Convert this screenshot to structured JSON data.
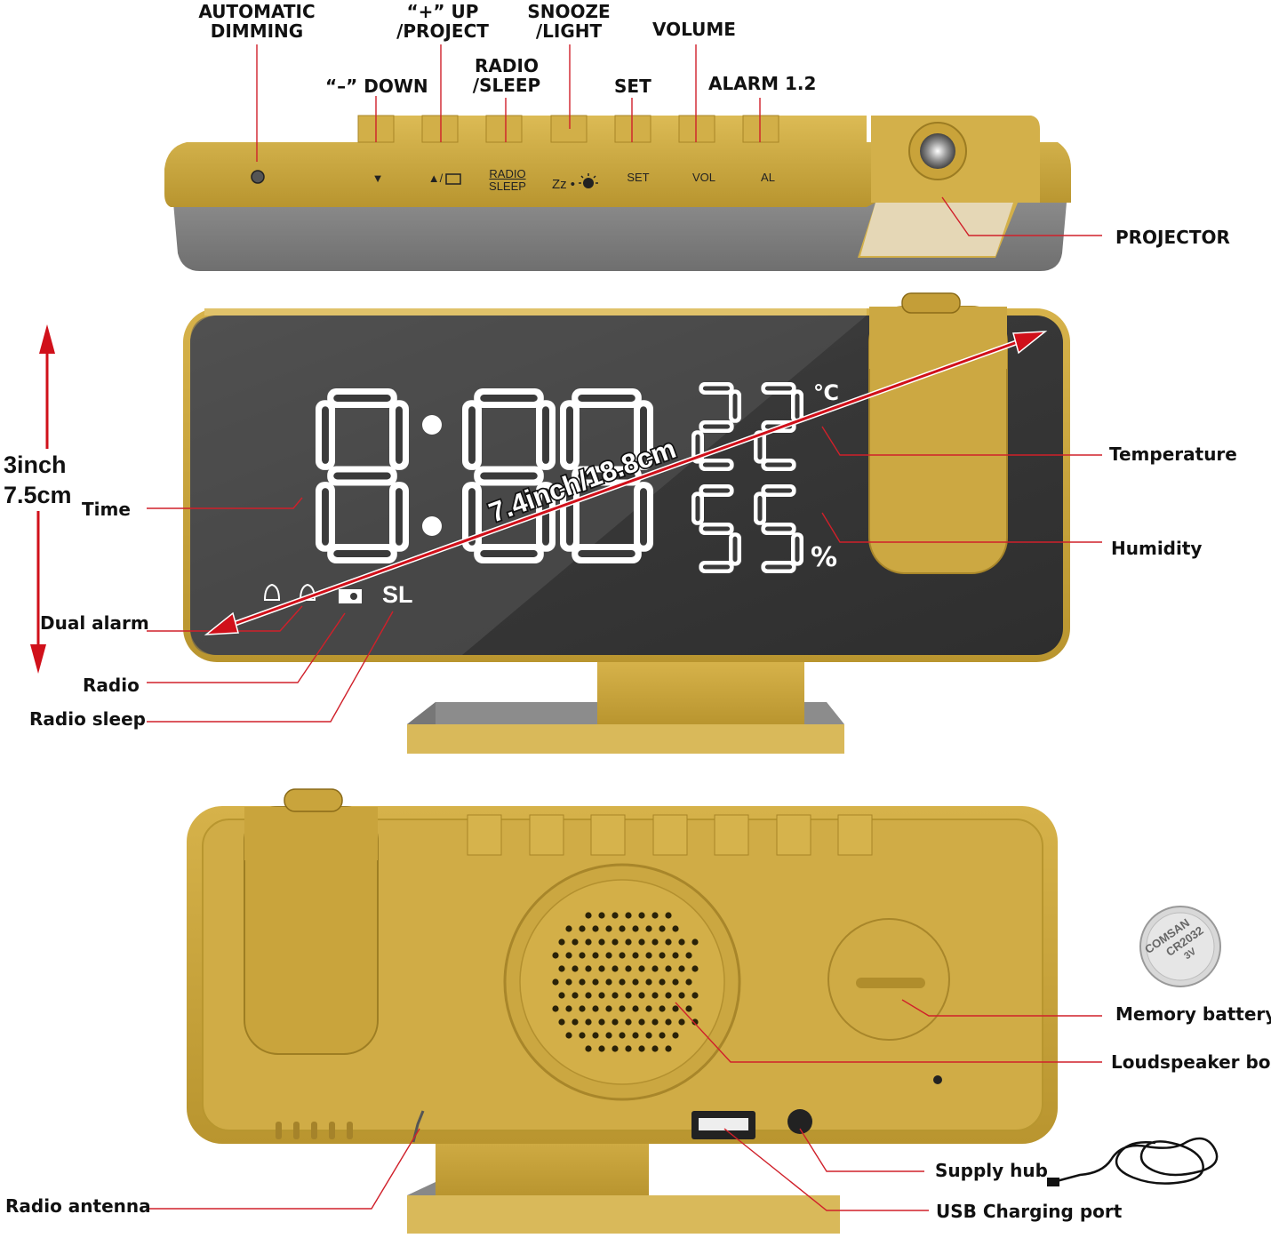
{
  "top_labels": {
    "automatic_dimming": [
      "AUTOMATIC",
      "DIMMING"
    ],
    "down": "“–” DOWN",
    "up_project": [
      "“+” UP",
      "/PROJECT"
    ],
    "radio_sleep": [
      "RADIO",
      "/SLEEP"
    ],
    "snooze_light": [
      "SNOOZE",
      "/LIGHT"
    ],
    "set": "SET",
    "volume": "VOLUME",
    "alarm": "ALARM 1.2",
    "projector": "PROJECTOR"
  },
  "button_caps": {
    "down": "▼",
    "up": "▲/",
    "radio": "RADIO",
    "sleep": "SLEEP",
    "snooze": "Zz •",
    "set": "SET",
    "vol": "VOL",
    "al": "AL"
  },
  "display": {
    "time": "8:88",
    "temperature": "22",
    "temperature_unit": "℃",
    "humidity": "55",
    "humidity_unit": "%",
    "sleep_indicator": "SL",
    "diagonal_size": "7.4inch/18.8cm"
  },
  "height_dimension": [
    "3inch",
    "7.5cm"
  ],
  "front_labels": {
    "time": "Time",
    "dual_alarm": "Dual alarm",
    "radio": "Radio",
    "radio_sleep": "Radio sleep",
    "temperature": "Temperature",
    "humidity": "Humidity"
  },
  "back_labels": {
    "memory_battery": "Memory battery",
    "loudspeaker_box": "Loudspeaker box",
    "supply_hub": "Supply hub",
    "usb_port": "USB Charging port",
    "radio_antenna": "Radio antenna"
  },
  "battery": {
    "brand": "COMSAN",
    "model": "CR2032",
    "voltage": "3V"
  },
  "colors": {
    "gold": "#C9A43C",
    "gold_dark": "#A8862A",
    "gold_light": "#DDBB55",
    "screen": "#3a3a3a",
    "leader": "#D0202A",
    "arrow": "#D0101A"
  }
}
